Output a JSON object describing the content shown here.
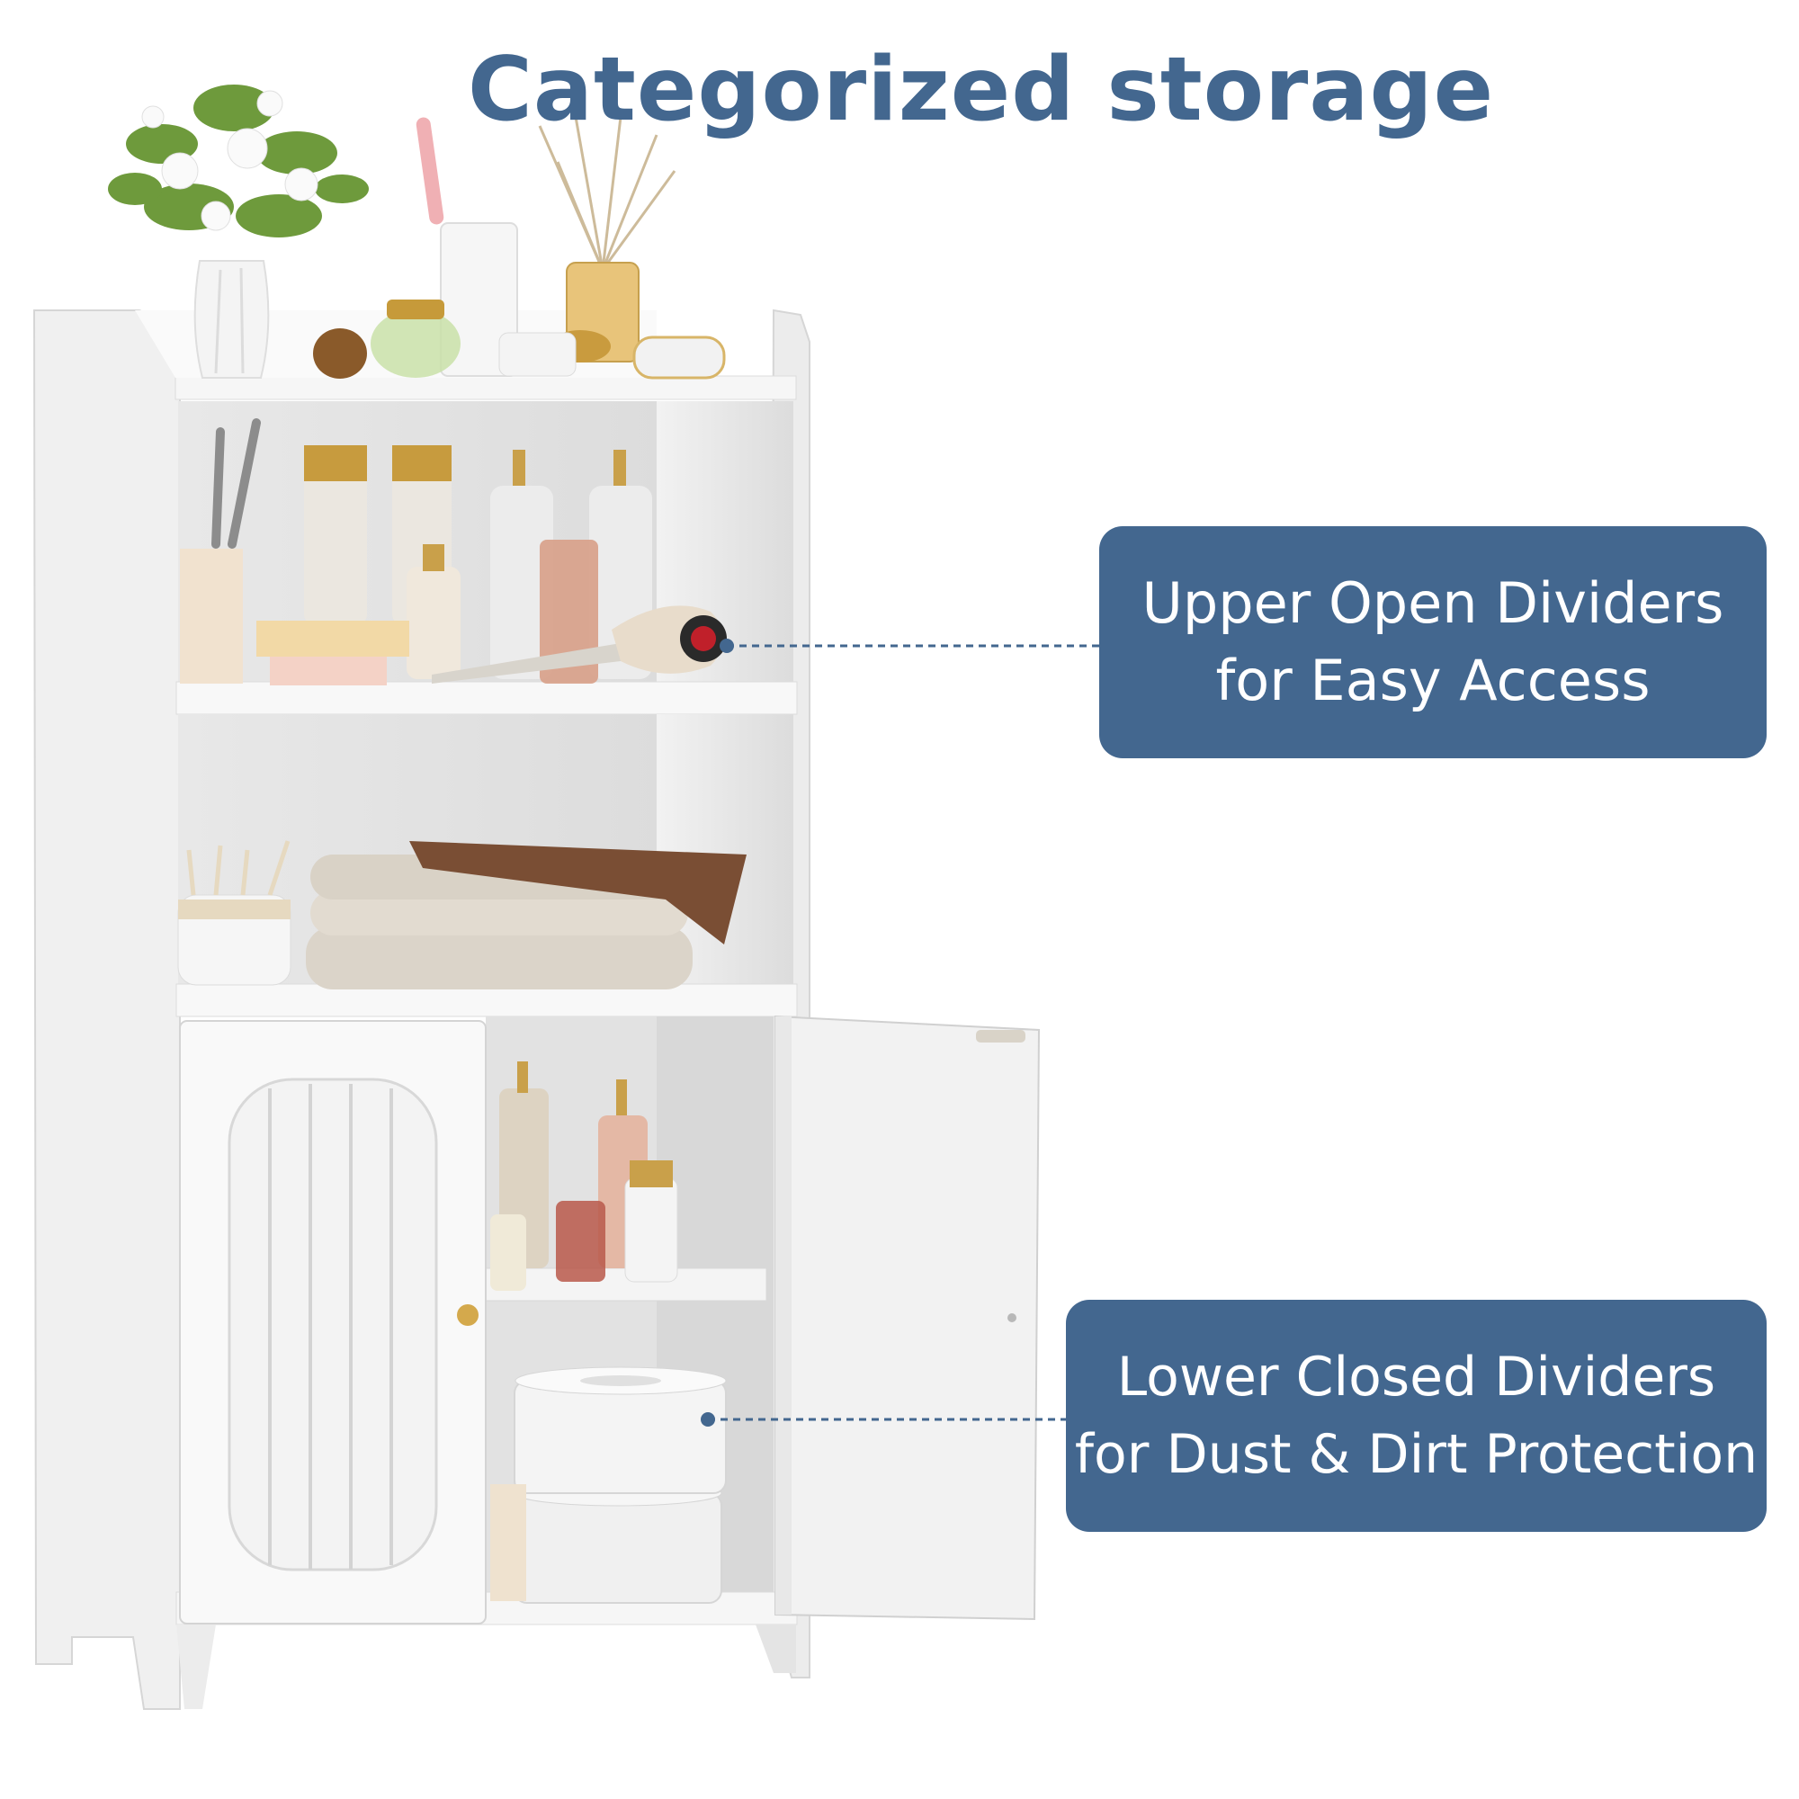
{
  "heading": "Categorized storage",
  "callouts": [
    {
      "line1": "Upper Open Dividers",
      "line2": "for Easy Access"
    },
    {
      "line1": "Lower Closed Dividers",
      "line2": "for Dust & Dirt Protection"
    }
  ],
  "colors": {
    "accent": "#43678f",
    "cabinet": "#f8f8f8",
    "cabinet_shade": "#e3e3e3",
    "gold": "#c9a04a",
    "towel": "#d9d2c6",
    "brown_towel": "#7a4e34"
  },
  "icons": [
    "plant-icon",
    "toothbrush-icon",
    "reed-diffuser-icon",
    "hair-dryer-icon",
    "toilet-paper-icon"
  ]
}
